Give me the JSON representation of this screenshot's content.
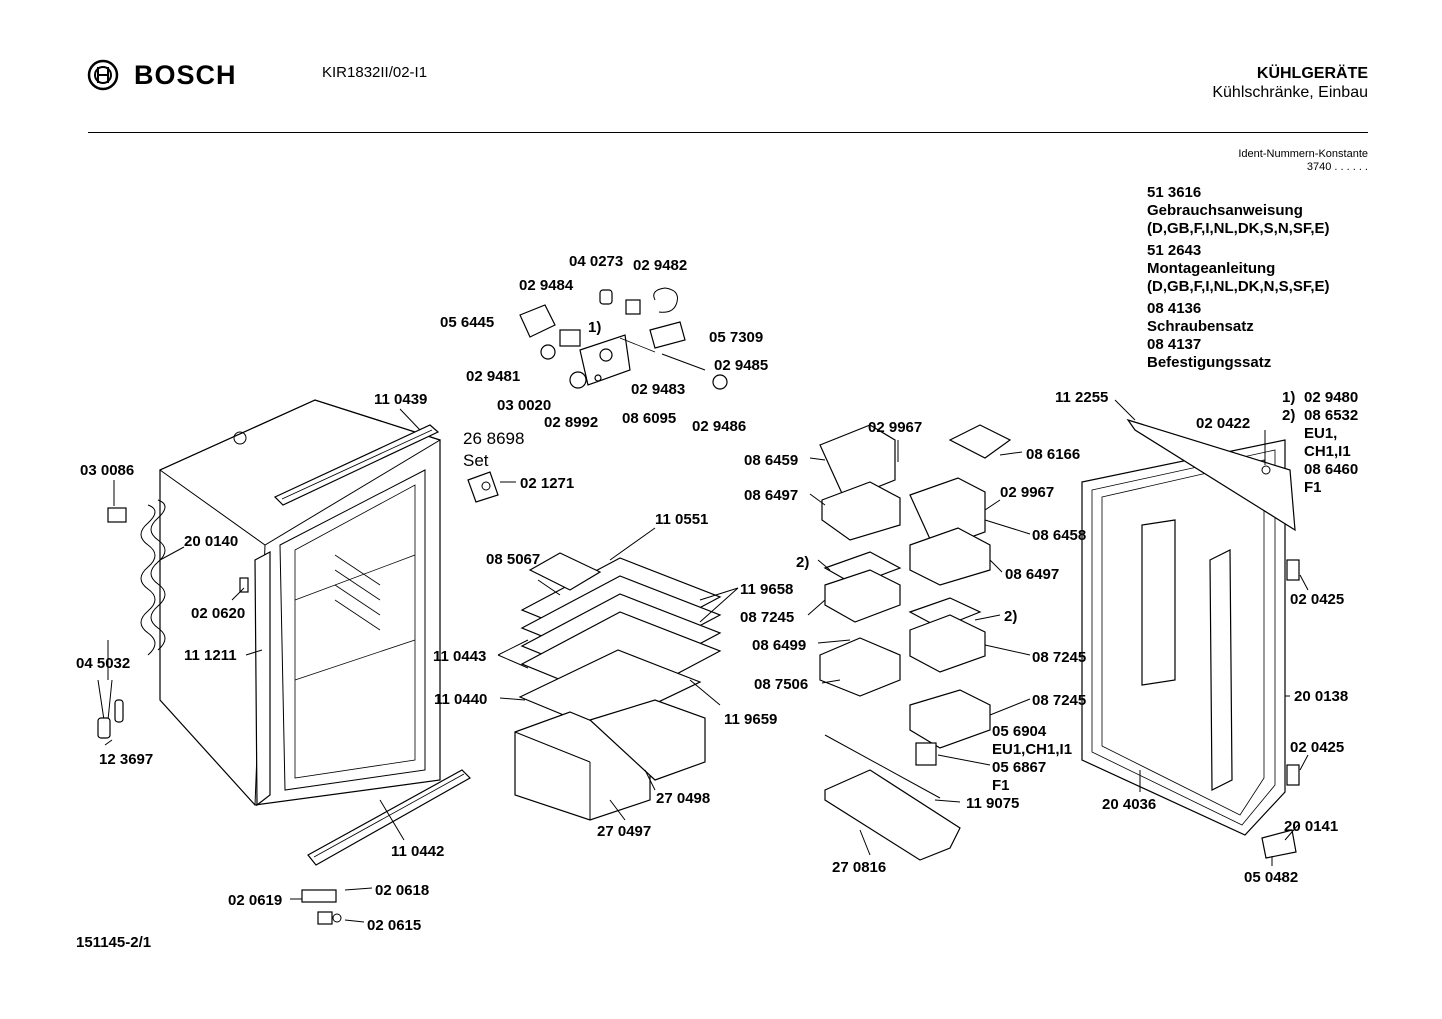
{
  "header": {
    "brand": "BOSCH",
    "model": "KIR1832II/02-I1",
    "category_line1": "KÜHLGERÄTE",
    "category_line2": "Kühlschränke, Einbau"
  },
  "ident": {
    "label": "Ident-Nummern-Konstante",
    "value": "3740  . .  . . . ."
  },
  "documents": [
    {
      "number": "51 3616",
      "name": "Gebrauchsanweisung",
      "langs": "(D,GB,F,I,NL,DK,S,N,SF,E)"
    },
    {
      "number": "51 2643",
      "name": "Montageanleitung",
      "langs": "(D,GB,F,I,NL,DK,N,S,SF,E)"
    },
    {
      "number": "08 4136",
      "name": "Schraubensatz",
      "langs": ""
    },
    {
      "number": "08 4137",
      "name": "Befestigungssatz",
      "langs": ""
    }
  ],
  "footnotes": {
    "n1_marker": "1)",
    "n1_value": "02 9480",
    "n2_marker": "2)",
    "n2_value": "08 6532",
    "n2_line2": "EU1,",
    "n2_line3": "CH1,I1",
    "n2_line4": "08 6460",
    "n2_line5": "F1"
  },
  "doc_number": "151145-2/1",
  "set_label": {
    "number": "26 8698",
    "word": "Set"
  },
  "parts": [
    {
      "id": "p1",
      "text": "04 0273"
    },
    {
      "id": "p2",
      "text": "02 9482"
    },
    {
      "id": "p3",
      "text": "02 9484"
    },
    {
      "id": "p4",
      "text": "05 6445"
    },
    {
      "id": "p5",
      "text": "1)"
    },
    {
      "id": "p6",
      "text": "05 7309"
    },
    {
      "id": "p7",
      "text": "02 9485"
    },
    {
      "id": "p8",
      "text": "02 9481"
    },
    {
      "id": "p9",
      "text": "02 9483"
    },
    {
      "id": "p10",
      "text": "03 0020"
    },
    {
      "id": "p11",
      "text": "02 8992"
    },
    {
      "id": "p12",
      "text": "08 6095"
    },
    {
      "id": "p13",
      "text": "02 9486"
    },
    {
      "id": "p14",
      "text": "11 0439"
    },
    {
      "id": "p15",
      "text": "03 0086"
    },
    {
      "id": "p16",
      "text": "02 1271"
    },
    {
      "id": "p17",
      "text": "20 0140"
    },
    {
      "id": "p18",
      "text": "02 0620"
    },
    {
      "id": "p19",
      "text": "11 1211"
    },
    {
      "id": "p20",
      "text": "04 5032"
    },
    {
      "id": "p21",
      "text": "12 3697"
    },
    {
      "id": "p22",
      "text": "11 0551"
    },
    {
      "id": "p23",
      "text": "08 5067"
    },
    {
      "id": "p24",
      "text": "11 9658"
    },
    {
      "id": "p25",
      "text": "11 0443"
    },
    {
      "id": "p26",
      "text": "11 0440"
    },
    {
      "id": "p27",
      "text": "11 9659"
    },
    {
      "id": "p28",
      "text": "27 0498"
    },
    {
      "id": "p29",
      "text": "27 0497"
    },
    {
      "id": "p30",
      "text": "11 0442"
    },
    {
      "id": "p31",
      "text": "02 0618"
    },
    {
      "id": "p32",
      "text": "02 0619"
    },
    {
      "id": "p33",
      "text": "02 0615"
    },
    {
      "id": "p34",
      "text": "02 9967"
    },
    {
      "id": "p35",
      "text": "08 6459"
    },
    {
      "id": "p36",
      "text": "08 6497"
    },
    {
      "id": "p37",
      "text": "08 6166"
    },
    {
      "id": "p38",
      "text": "02 9967"
    },
    {
      "id": "p39",
      "text": "08 6458"
    },
    {
      "id": "p40",
      "text": "2)"
    },
    {
      "id": "p41",
      "text": "08 6497"
    },
    {
      "id": "p42",
      "text": "08 7245"
    },
    {
      "id": "p43",
      "text": "08 6499"
    },
    {
      "id": "p44",
      "text": "2)"
    },
    {
      "id": "p45",
      "text": "08 7245"
    },
    {
      "id": "p46",
      "text": "08 7506"
    },
    {
      "id": "p47",
      "text": "08 7245"
    },
    {
      "id": "p48",
      "text": "05 6904"
    },
    {
      "id": "p49",
      "text": "EU1,CH1,I1"
    },
    {
      "id": "p50",
      "text": "05 6867"
    },
    {
      "id": "p51",
      "text": "F1"
    },
    {
      "id": "p52",
      "text": "11 9075"
    },
    {
      "id": "p53",
      "text": "27 0816"
    },
    {
      "id": "p54",
      "text": "11 2255"
    },
    {
      "id": "p55",
      "text": "02 0422"
    },
    {
      "id": "p56",
      "text": "02 0425"
    },
    {
      "id": "p57",
      "text": "20 0138"
    },
    {
      "id": "p58",
      "text": "02 0425"
    },
    {
      "id": "p59",
      "text": "20 4036"
    },
    {
      "id": "p60",
      "text": "20 0141"
    },
    {
      "id": "p61",
      "text": "05 0482"
    }
  ]
}
